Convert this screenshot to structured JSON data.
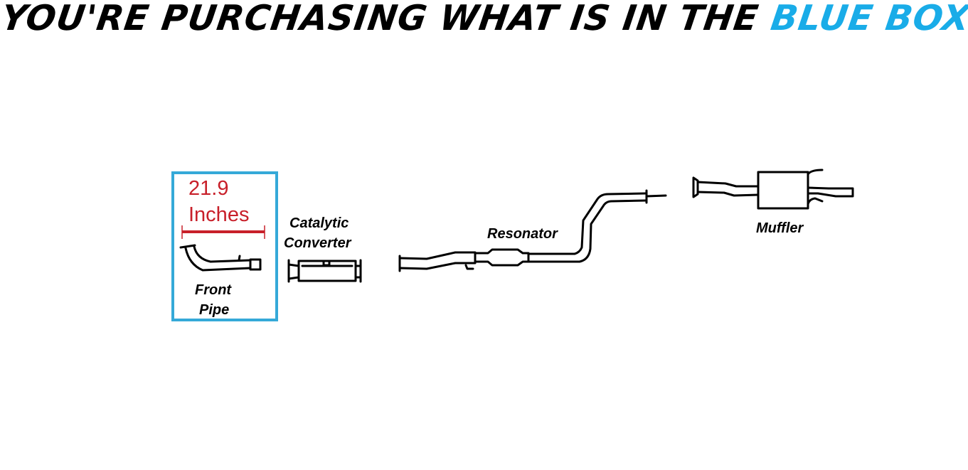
{
  "headline": {
    "prefix": "YOU'RE PURCHASING WHAT IS IN THE ",
    "highlight": "BLUE BOX",
    "highlight_color": "#19ace8"
  },
  "selection_box": {
    "color": "#35a9d8",
    "measurement_value": "21.9",
    "measurement_unit": "Inches",
    "measurement_color": "#c8202a"
  },
  "parts": [
    {
      "id": "front-pipe",
      "label_line1": "Front",
      "label_line2": "Pipe",
      "selected": true
    },
    {
      "id": "catalytic-converter",
      "label_line1": "Catalytic",
      "label_line2": "Converter",
      "selected": false
    },
    {
      "id": "resonator",
      "label_line1": "Resonator",
      "selected": false
    },
    {
      "id": "muffler",
      "label_line1": "Muffler",
      "selected": false
    }
  ]
}
